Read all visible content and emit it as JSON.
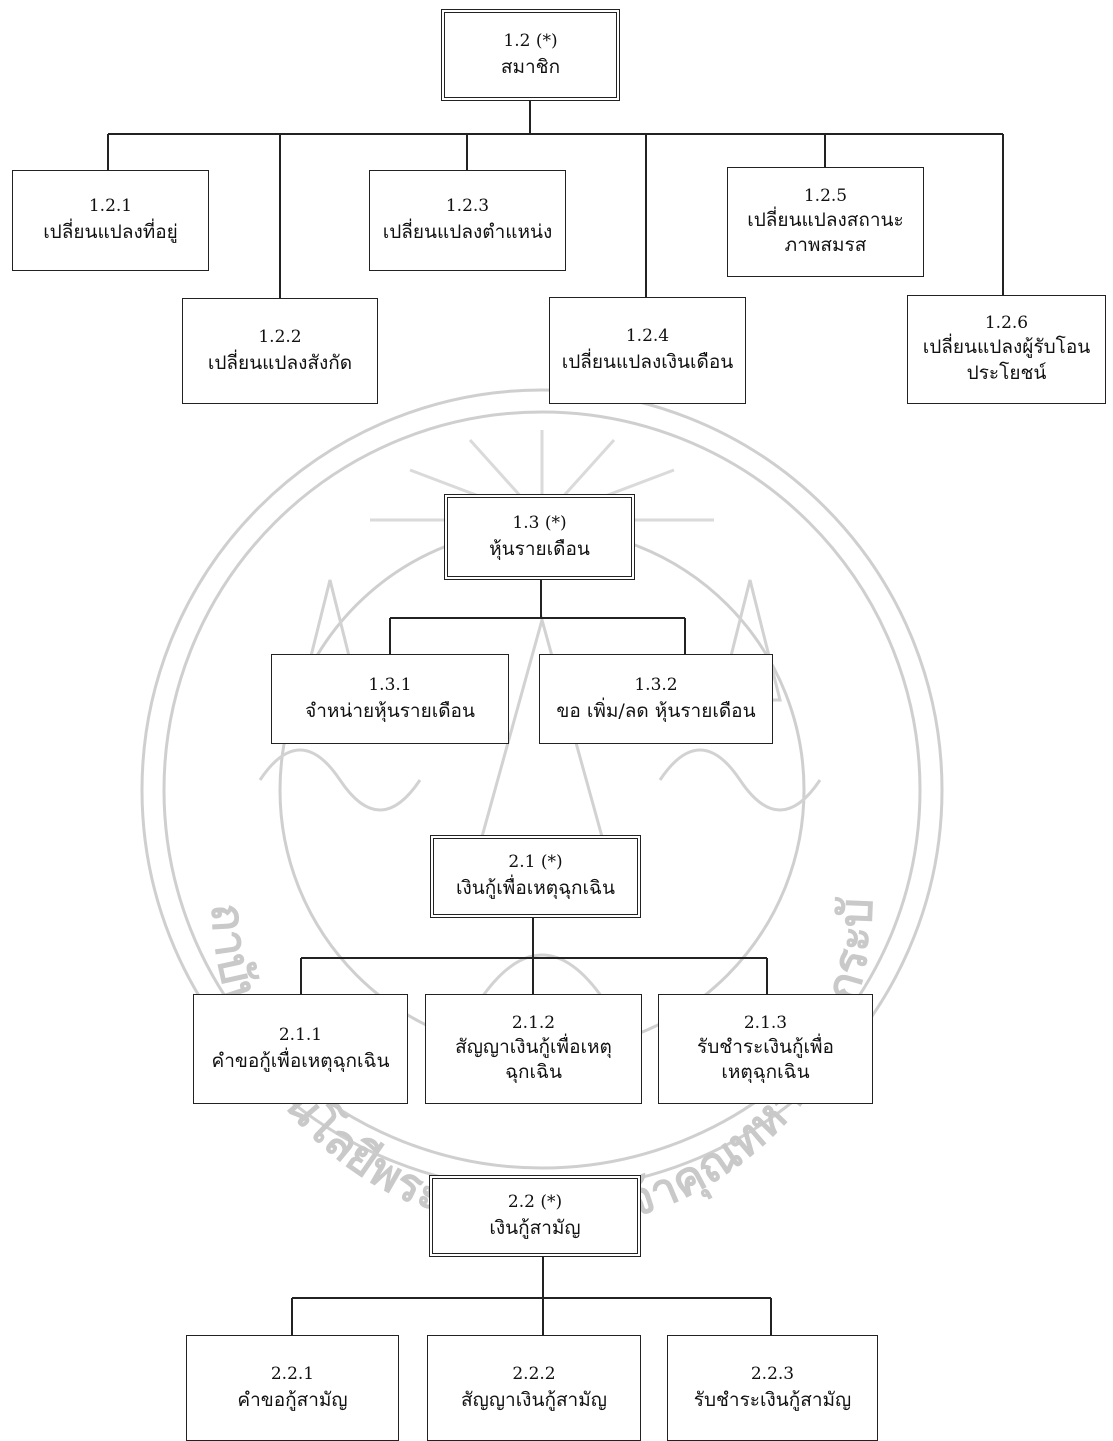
{
  "groups": [
    {
      "root": {
        "code": "1.2 (*)",
        "label": "สมาชิก"
      },
      "children": [
        {
          "code": "1.2.1",
          "lines": [
            "เปลี่ยนแปลงที่อยู่"
          ]
        },
        {
          "code": "1.2.2",
          "lines": [
            "เปลี่ยนแปลงสังกัด"
          ]
        },
        {
          "code": "1.2.3",
          "lines": [
            "เปลี่ยนแปลงตำแหน่ง"
          ]
        },
        {
          "code": "1.2.4",
          "lines": [
            "เปลี่ยนแปลงเงินเดือน"
          ]
        },
        {
          "code": "1.2.5",
          "lines": [
            "เปลี่ยนแปลงสถานะ",
            "ภาพสมรส"
          ]
        },
        {
          "code": "1.2.6",
          "lines": [
            "เปลี่ยนแปลงผู้รับโอน",
            "ประโยชน์"
          ]
        }
      ]
    },
    {
      "root": {
        "code": "1.3 (*)",
        "label": "หุ้นรายเดือน"
      },
      "children": [
        {
          "code": "1.3.1",
          "lines": [
            "จำหน่ายหุ้นรายเดือน"
          ]
        },
        {
          "code": "1.3.2",
          "lines": [
            "ขอ เพิ่ม/ลด หุ้นรายเดือน"
          ]
        }
      ]
    },
    {
      "root": {
        "code": "2.1 (*)",
        "label": "เงินกู้เพื่อเหตุฉุกเฉิน"
      },
      "children": [
        {
          "code": "2.1.1",
          "lines": [
            "คำขอกู้เพื่อเหตุฉุกเฉิน"
          ]
        },
        {
          "code": "2.1.2",
          "lines": [
            "สัญญาเงินกู้เพื่อเหตุ",
            "ฉุกเฉิน"
          ]
        },
        {
          "code": "2.1.3",
          "lines": [
            "รับชำระเงินกู้เพื่อ",
            "เหตุฉุกเฉิน"
          ]
        }
      ]
    },
    {
      "root": {
        "code": "2.2 (*)",
        "label": "เงินกู้สามัญ"
      },
      "children": [
        {
          "code": "2.2.1",
          "lines": [
            "คำขอกู้สามัญ"
          ]
        },
        {
          "code": "2.2.2",
          "lines": [
            "สัญญาเงินกู้สามัญ"
          ]
        },
        {
          "code": "2.2.3",
          "lines": [
            "รับชำระเงินกู้สามัญ"
          ]
        }
      ]
    }
  ],
  "watermark": {
    "arc_text": "สถาบันเทคโนโลยีพระจอมเกล้าเจ้าคุณทหารลาดกระบัง",
    "color": "#c9c9c9"
  },
  "colors": {
    "line": "#222222",
    "background": "#ffffff"
  }
}
